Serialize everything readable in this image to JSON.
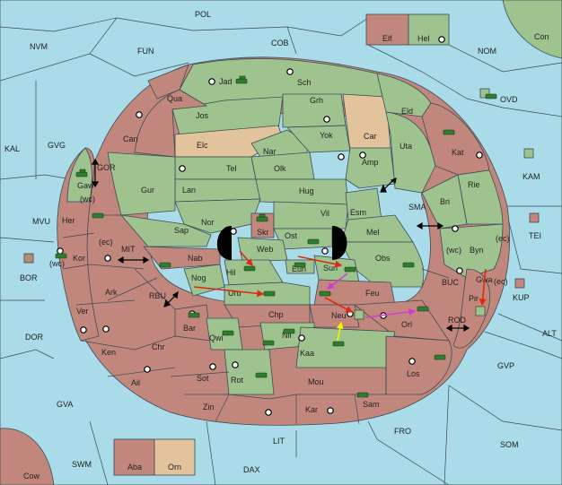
{
  "map": {
    "colors": {
      "sea": "#a9dbe9",
      "green_power": "#9fc38f",
      "red_power": "#c2877c",
      "tan_power": "#e3c39c",
      "border": "#3a4b55",
      "arrow_red": "#dd2a10",
      "arrow_magenta": "#d43ad0",
      "arrow_yellow": "#f3f300",
      "unit": "#2f7d2f"
    },
    "sea_labels": [
      "POL",
      "NVM",
      "FUN",
      "COB",
      "NOM",
      "Con",
      "OVD",
      "KAL",
      "GVG",
      "KAM",
      "TEI",
      "MVU",
      "BOR",
      "MIT",
      "RBU",
      "SMA",
      "BUC",
      "KUP",
      "ROD",
      "DOR",
      "ALT",
      "GVP",
      "GVA",
      "FRO",
      "SOM",
      "LIT",
      "SWM",
      "DAX",
      "Cow",
      "(wc)",
      "(ec)",
      "GOR"
    ],
    "land_labels": [
      "Elf",
      "Hel",
      "Jad",
      "Sch",
      "Qua",
      "Jos",
      "Grh",
      "Can",
      "Elc",
      "Nar",
      "Yok",
      "Car",
      "Eld",
      "Uta",
      "Kat",
      "Gaw",
      "Gur",
      "Tel",
      "Olk",
      "Amp",
      "Rie",
      "Lan",
      "Hug",
      "Bri",
      "Her",
      "Nor",
      "Skr",
      "Vil",
      "Esm",
      "Sap",
      "Ost",
      "Mel",
      "Byn",
      "Kor",
      "Web",
      "Obs",
      "Nab",
      "Eun",
      "Sun",
      "Gwa",
      "Hil",
      "Pir",
      "Ark",
      "Nog",
      "Uru",
      "Feu",
      "Ver",
      "Chp",
      "Neu",
      "Orl",
      "Bar",
      "Qwi",
      "Nil",
      "Ken",
      "Chr",
      "Kaa",
      "Ail",
      "Sot",
      "Rot",
      "Mou",
      "Los",
      "Zin",
      "Kar",
      "Sam",
      "Aba",
      "Orn"
    ]
  }
}
